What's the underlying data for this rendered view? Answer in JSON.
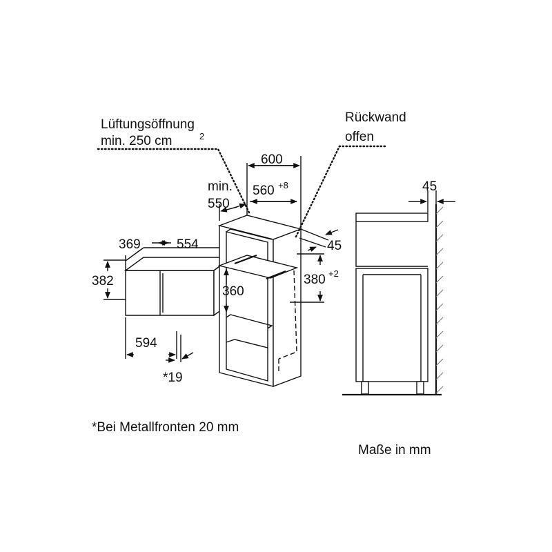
{
  "labels": {
    "ventilation_line1": "Lüftungsöffnung",
    "ventilation_line2": "min. 250 cm",
    "ventilation_sup": "2",
    "rear_wall_line1": "Rückwand",
    "rear_wall_line2": "offen",
    "dim_600": "600",
    "dim_min": "min.",
    "dim_550": "550",
    "dim_560": "560",
    "dim_560_sup": "+8",
    "dim_369": "369",
    "dim_554": "554",
    "dim_382": "382",
    "dim_594": "594",
    "dim_19": "*19",
    "dim_360": "360",
    "dim_380": "380",
    "dim_380_sup": "+2",
    "dim_45_side": "45",
    "dim_45_right": "45",
    "footnote": "*Bei Metallfronten 20 mm",
    "units_note": "Maße in mm"
  },
  "colors": {
    "line": "#111111",
    "background": "#ffffff",
    "hatch": "#777777"
  }
}
